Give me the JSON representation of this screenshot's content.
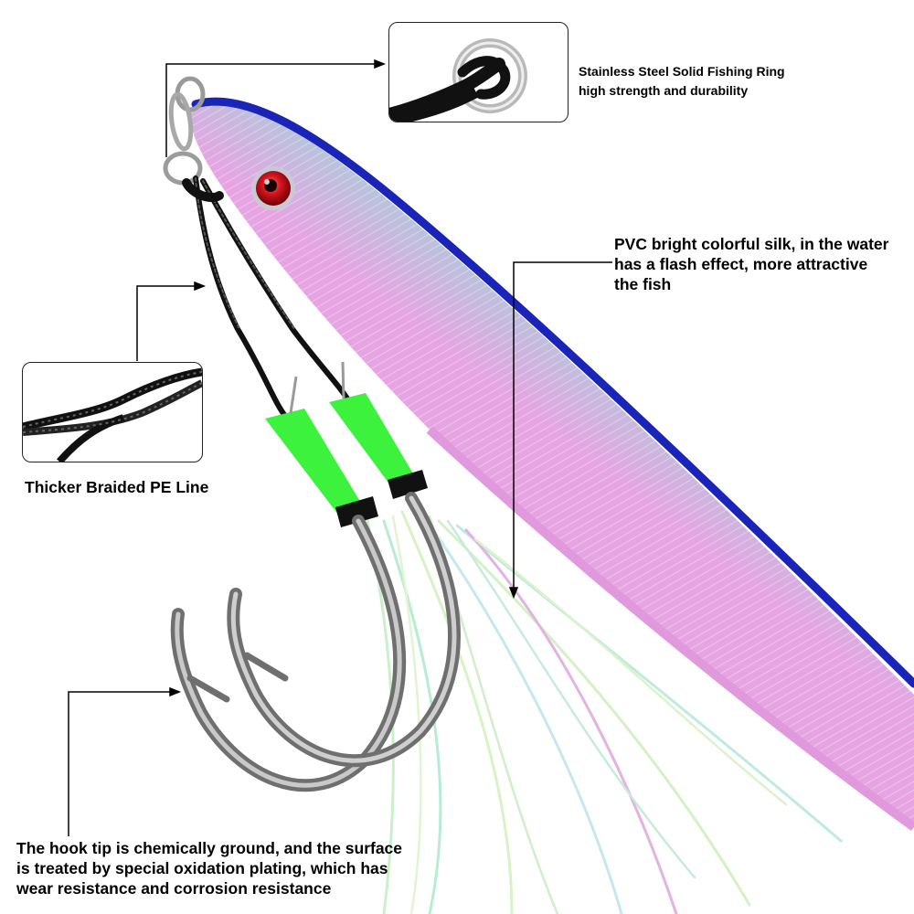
{
  "callouts": {
    "ring": {
      "lines": [
        "Stainless Steel Solid Fishing Ring",
        "high strength and durability"
      ]
    },
    "silk": {
      "lines": [
        "PVC bright colorful silk, in the water",
        "has a flash effect, more attractive",
        "the fish"
      ]
    },
    "line": {
      "lines": [
        "Thicker Braided PE Line"
      ]
    },
    "hook": {
      "lines": [
        "The hook tip is chemically ground, and the surface",
        "is treated by special oxidation plating, which has",
        "wear resistance and corrosion resistance"
      ]
    }
  },
  "colors": {
    "lure_top": "#1f35d6",
    "lure_mid": "#38b8ee",
    "lure_belly": "#e7a6e3",
    "eye_red": "#d4141c",
    "thread_green": "#3cf23c",
    "hook_steel": "#8d8d8d",
    "braid_black": "#111111",
    "leader_line": "#000000"
  }
}
